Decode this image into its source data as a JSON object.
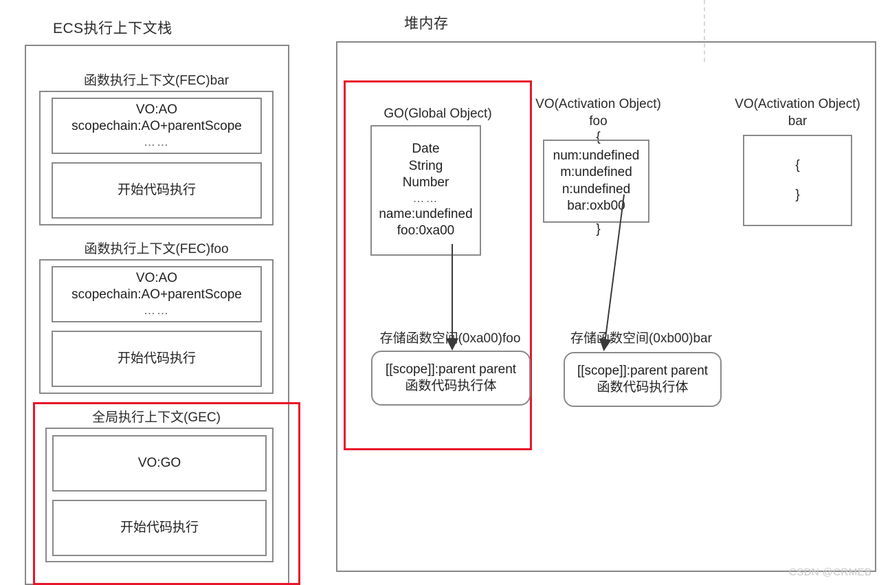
{
  "diagram": {
    "title_left": "ECS执行上下文栈",
    "title_right": "堆内存",
    "watermark": "CSDN @CRMEB",
    "accent_red": "#e8152a",
    "border_gray": "#888888"
  },
  "stack": {
    "frames": [
      {
        "label": "函数执行上下文(FEC)bar",
        "highlighted": false,
        "rows": [
          {
            "lines": [
              "VO:AO",
              "scopechain:AO+parentScope"
            ],
            "dots": "……"
          },
          {
            "lines": [
              "开始代码执行"
            ],
            "dots": ""
          }
        ]
      },
      {
        "label": "函数执行上下文(FEC)foo",
        "highlighted": false,
        "rows": [
          {
            "lines": [
              "VO:AO",
              "scopechain:AO+parentScope"
            ],
            "dots": "……"
          },
          {
            "lines": [
              "开始代码执行"
            ],
            "dots": ""
          }
        ]
      },
      {
        "label": "全局执行上下文(GEC)",
        "highlighted": true,
        "rows": [
          {
            "lines": [
              "VO:GO"
            ],
            "dots": ""
          },
          {
            "lines": [
              "开始代码执行"
            ],
            "dots": ""
          }
        ]
      }
    ]
  },
  "heap": {
    "global_object": {
      "label": "GO(Global Object)",
      "highlighted": true,
      "entries": [
        "Date",
        "String",
        "Number"
      ],
      "dots": "……",
      "properties": [
        "name:undefined",
        "foo:0xa00"
      ]
    },
    "activation_foo": {
      "label_line1": "VO(Activation Object)",
      "label_line2": "foo",
      "open_brace": "{",
      "entries": [
        "num:undefined",
        "m:undefined",
        "n:undefined",
        "bar:oxb00"
      ],
      "close_brace": "}"
    },
    "activation_bar": {
      "label_line1": "VO(Activation Object)",
      "label_line2": "bar",
      "open_brace": "{",
      "entries": [],
      "close_brace": "}"
    },
    "function_spaces": [
      {
        "label": "存储函数空间(0xa00)foo",
        "lines": [
          "[[scope]]:parent parent",
          "函数代码执行体"
        ]
      },
      {
        "label": "存储函数空间(0xb00)bar",
        "lines": [
          "[[scope]]:parent parent",
          "函数代码执行体"
        ]
      }
    ]
  }
}
